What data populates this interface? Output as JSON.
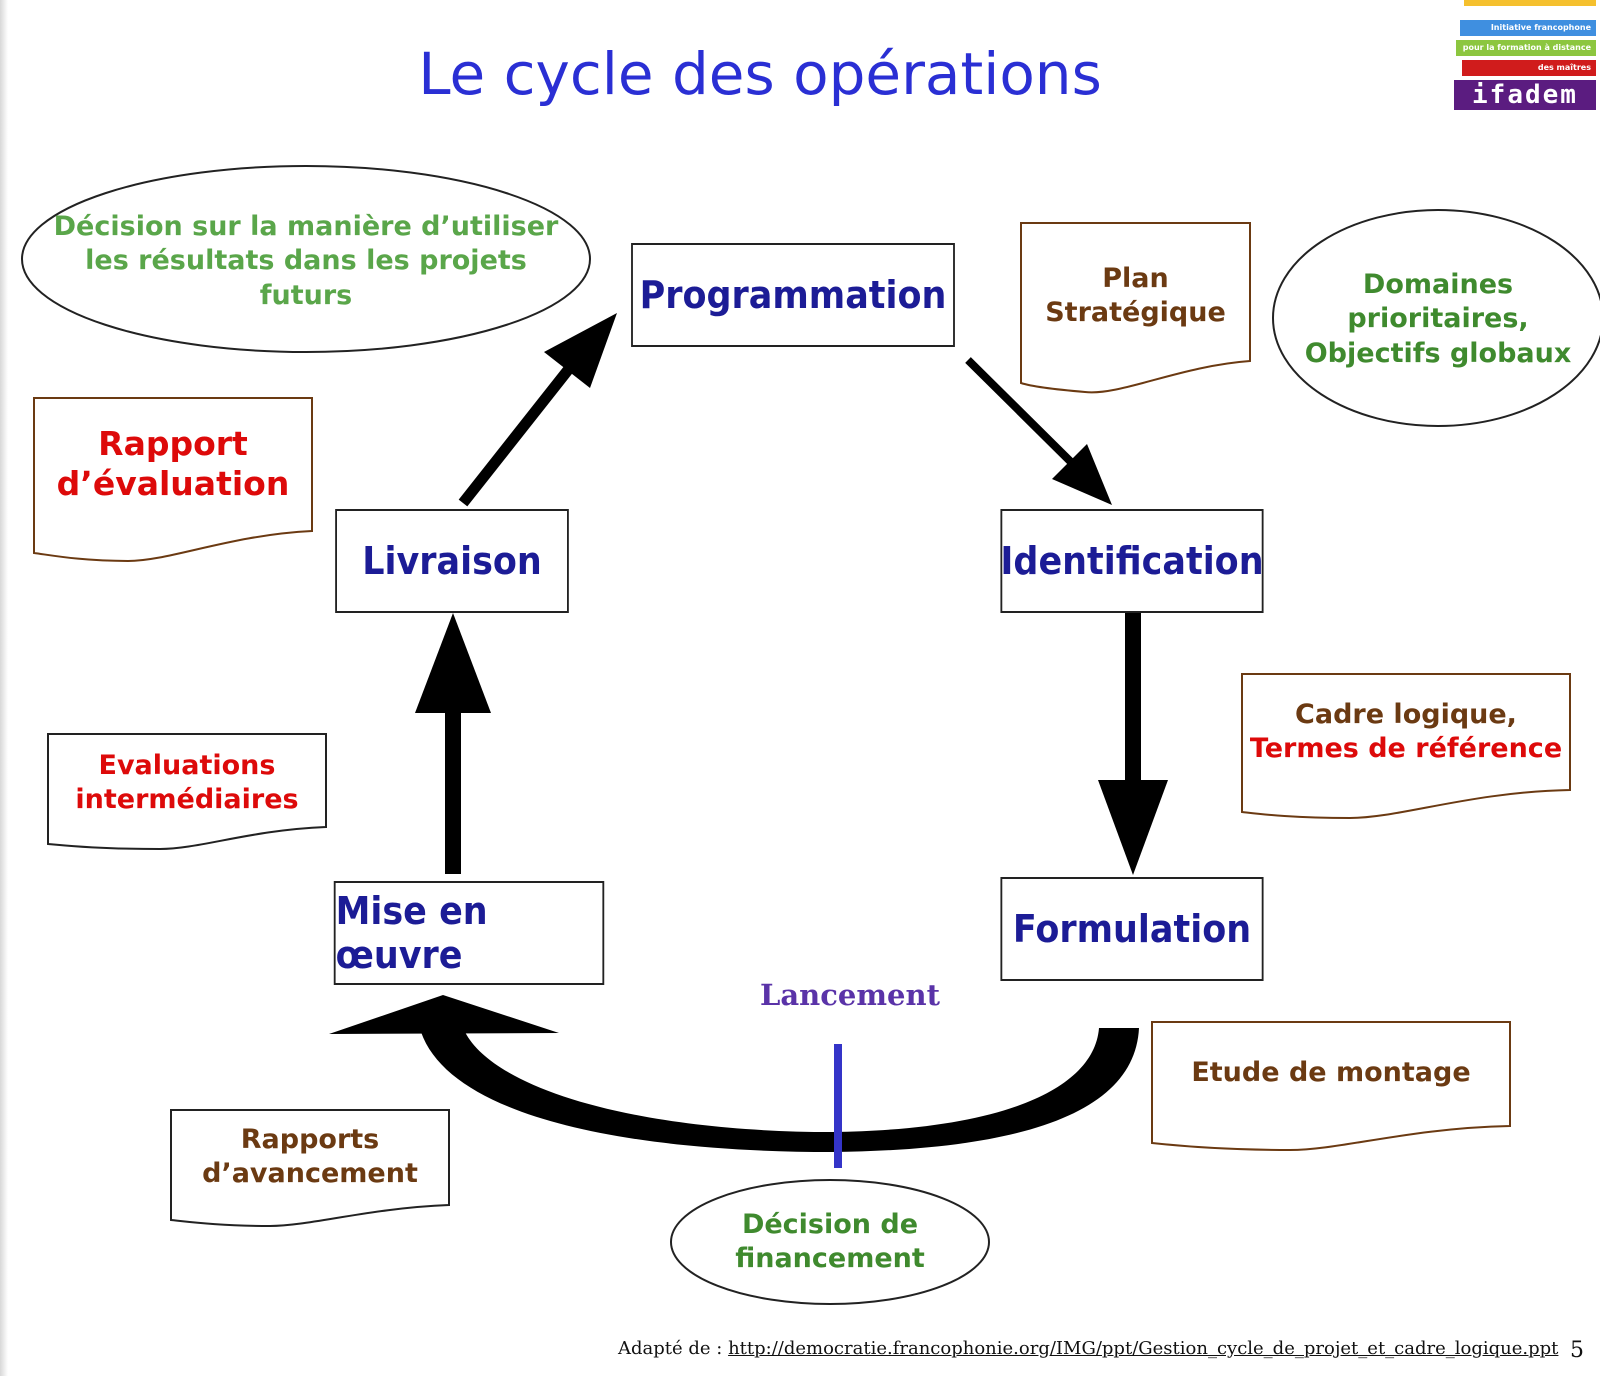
{
  "title": "Le cycle des opérations",
  "logo": {
    "line1": "Initiative francophone",
    "line2": "pour la formation à distance",
    "line3": "des maîtres",
    "wordmark": "ifadem",
    "colors": [
      "#f5c02e",
      "#3f8fe0",
      "#8cc63f",
      "#d01c1c",
      "#5b1c80"
    ]
  },
  "stages": {
    "programmation": "Programmation",
    "identification": "Identification",
    "formulation": "Formulation",
    "mise_en_oeuvre": "Mise en œuvre",
    "livraison": "Livraison"
  },
  "annotations": {
    "decision_resultats": [
      "Décision sur la manière d’utiliser",
      "les résultats dans les projets",
      "futurs"
    ],
    "plan_strategique": [
      "Plan",
      "Stratégique"
    ],
    "domaines": [
      "Domaines",
      "prioritaires,",
      "Objectifs globaux"
    ],
    "rapport_evaluation": [
      "Rapport",
      "d’évaluation"
    ],
    "cadre_logique": "Cadre logique,",
    "termes_reference": "Termes de référence",
    "evaluations_intermediaires": [
      "Evaluations",
      "intermédiaires"
    ],
    "etude_montage": "Etude de montage",
    "lancement": "Lancement",
    "rapports_avancement": [
      "Rapports",
      "d’avancement"
    ],
    "decision_financement": [
      "Décision de",
      "financement"
    ]
  },
  "source": {
    "prefix": "Adapté de  : ",
    "url": "http://democratie.francophonie.org/IMG/ppt/Gestion_cycle_de_projet_et_cadre_logique.ppt"
  },
  "page_number": "5",
  "colors": {
    "title": "#2a2fd4",
    "stage_text": "#1c1c96",
    "green_light": "#5aa64a",
    "green_dark": "#3f8a2e",
    "brown": "#6b3a12",
    "red": "#dd0a0a",
    "lancement": "#5a33a8",
    "lancement_bar": "#3434c8",
    "doc_border": "#6b3a12"
  }
}
